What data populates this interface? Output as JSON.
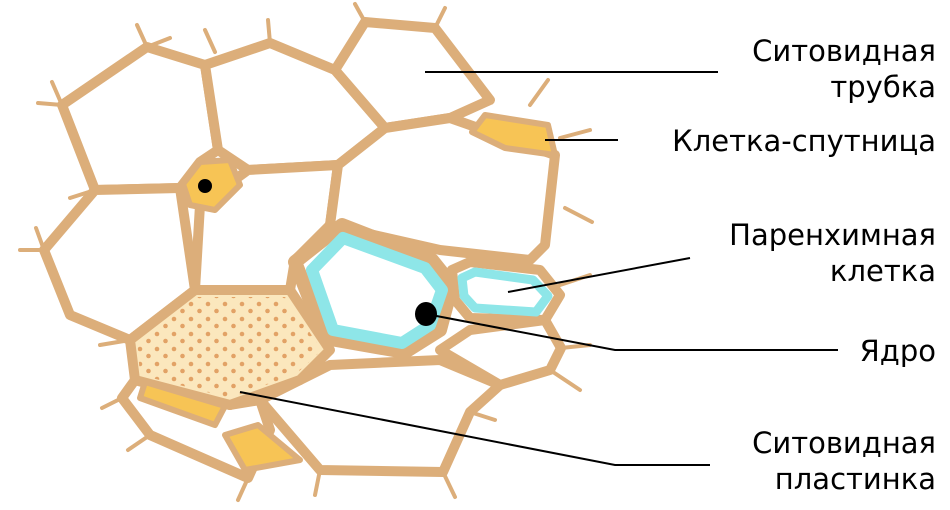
{
  "labels": {
    "sieve_tube_1": "Ситовидная",
    "sieve_tube_2": "трубка",
    "companion_cell": "Клетка-спутница",
    "parenchyma_1": "Паренхимная",
    "parenchyma_2": "клетка",
    "nucleus": "Ядро",
    "sieve_plate_1": "Ситовидная",
    "sieve_plate_2": "пластинка"
  },
  "colors": {
    "wall": "#dcae7a",
    "wall_inner": "#f1d3aa",
    "cell_fill": "#ffffff",
    "companion_fill": "#f7c455",
    "parenchyma_ring": "#8ee6e8",
    "sieve_plate_fill": "#fbe7bd",
    "sieve_plate_dots": "#e2a266",
    "nucleus": "#000000",
    "leader_line": "#000000"
  }
}
